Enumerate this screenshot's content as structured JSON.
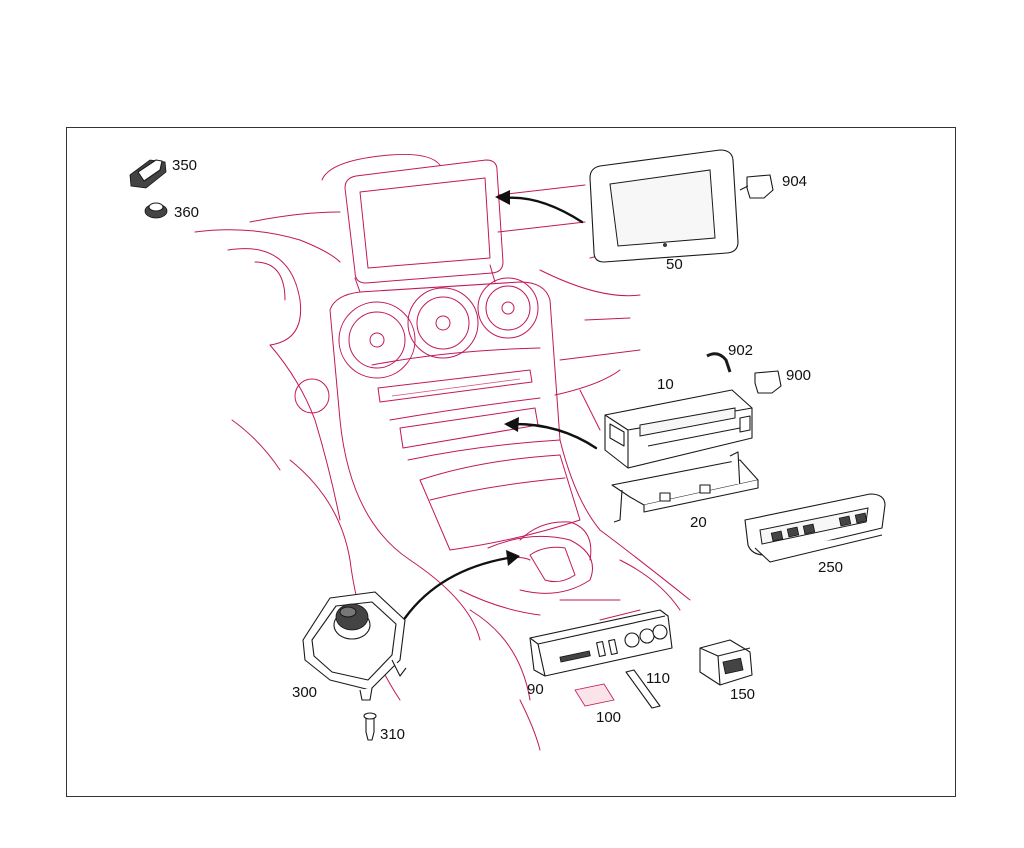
{
  "diagram": {
    "colors": {
      "context_line": "#c2185b",
      "part_line": "#1a1a1a",
      "frame": "#333333"
    },
    "callouts": {
      "p10": "10",
      "p20": "20",
      "p50": "50",
      "p90": "90",
      "p100": "100",
      "p110": "110",
      "p150": "150",
      "p250": "250",
      "p300": "300",
      "p310": "310",
      "p350": "350",
      "p360": "360",
      "p900": "900",
      "p902": "902",
      "p904": "904"
    }
  }
}
